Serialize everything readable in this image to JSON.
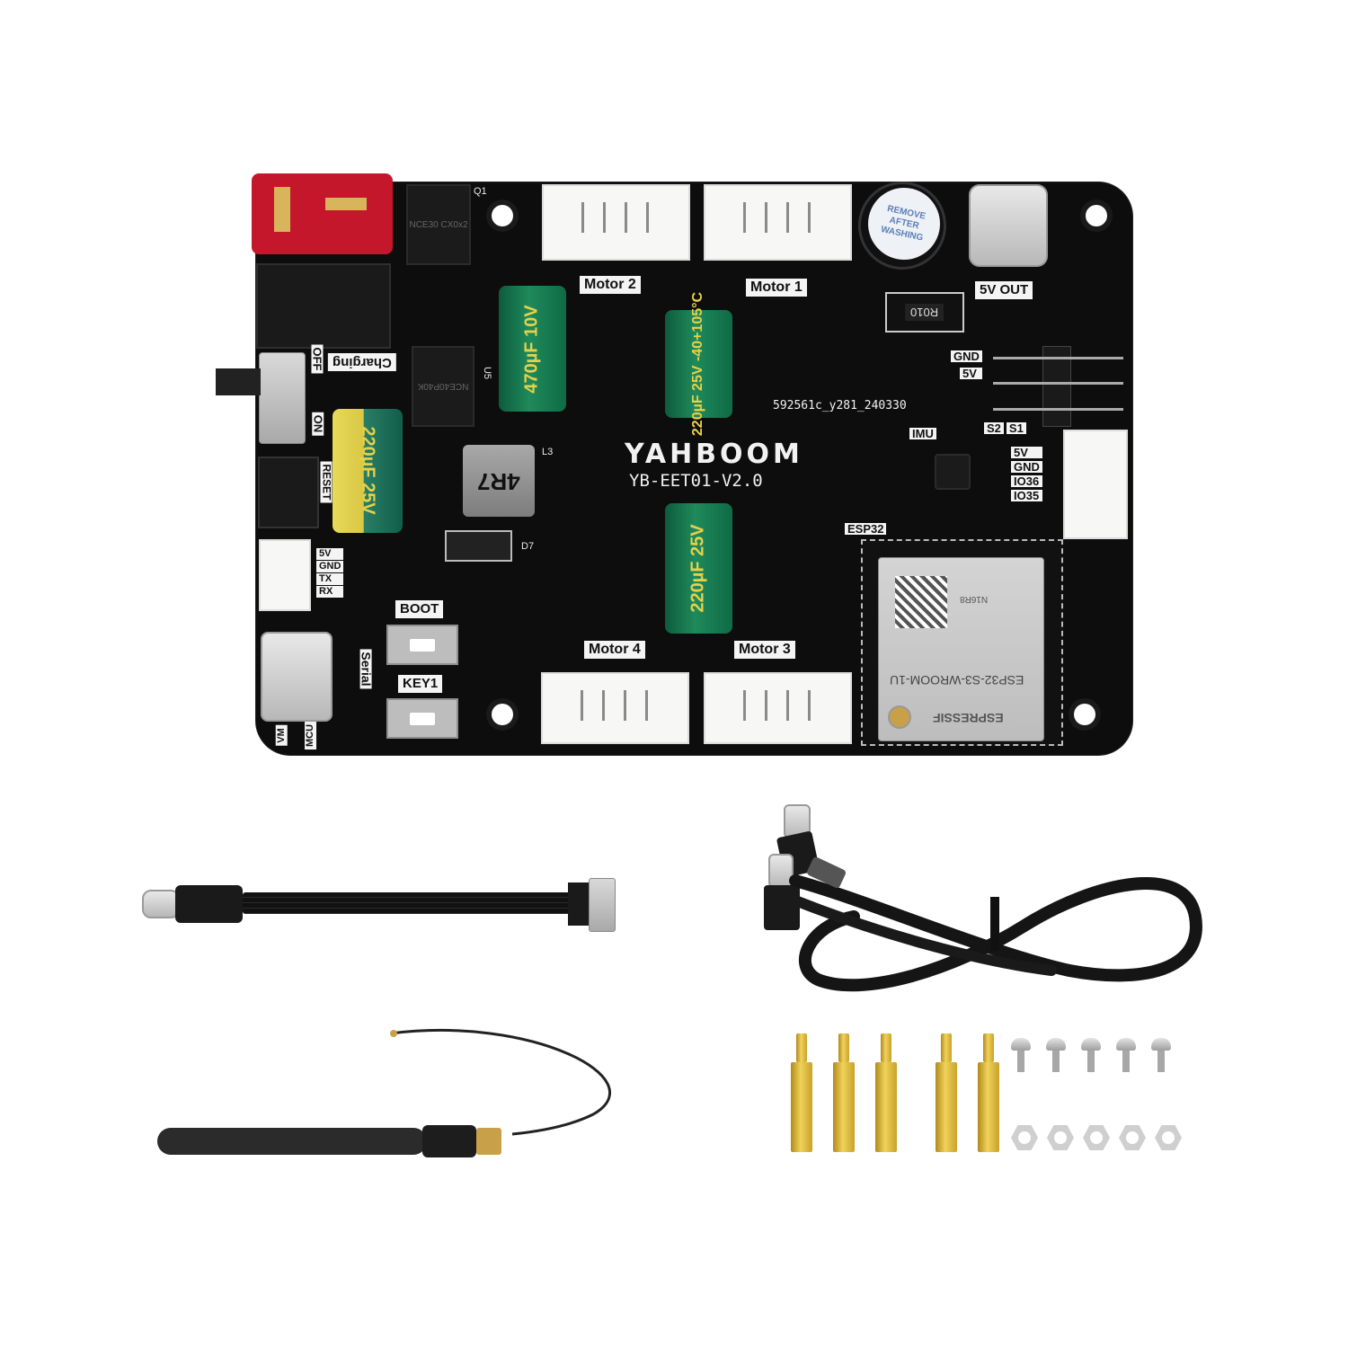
{
  "scene": {
    "description": "Product photo of Yahboom ESP32-S3 motor driver board kit with accessories on white background",
    "background_color": "#ffffff"
  },
  "board": {
    "brand_logo": "YAHBOOM",
    "model": "YB-EET01-V2.0",
    "serial_code": "592561c_y281_240330",
    "pcb_color": "#0d0d0d",
    "labels": {
      "motor_2": "Motor 2",
      "motor_1": "Motor 1",
      "motor_3": "Motor 3",
      "motor_4": "Motor 4",
      "five_v_out": "5V OUT",
      "charging": "Charging",
      "off": "OFF",
      "on": "ON",
      "reset": "RESET",
      "boot": "BOOT",
      "key1": "KEY1",
      "serial": "Serial",
      "esp32": "ESP32",
      "imu": "IMU",
      "q1": "Q1",
      "u5": "U5",
      "l3": "L3",
      "d7": "D7",
      "vm": "VM",
      "mcu": "MCU",
      "r010": "R010",
      "inductor": "4R7",
      "mosfet_q1": "NCE30 CX0x2",
      "mosfet_u5": "NCE40P40K"
    },
    "servo_header": {
      "labels": [
        "GND",
        "5V",
        "S2",
        "S1"
      ]
    },
    "io_header": {
      "labels": [
        "5V",
        "GND",
        "IO36",
        "IO35"
      ]
    },
    "uart_header": {
      "labels": [
        "5V",
        "GND",
        "TX",
        "RX"
      ]
    },
    "buzzer_sticker": [
      "REMOVE",
      "AFTER",
      "WASHING"
    ],
    "capacitors": [
      {
        "label": "470µF 10V"
      },
      {
        "label": "220µF 25V -40+105°C"
      },
      {
        "label": "220µF 25V"
      },
      {
        "label": "220µF 25V"
      }
    ],
    "module": {
      "name": "ESP32-S3-WROOM-1U",
      "manufacturer": "ESPRESSIF",
      "variant": "N16R8"
    }
  },
  "accessories": [
    {
      "name": "USB-C to USB-A short flat cable"
    },
    {
      "name": "Braided dual USB-C cable (right-angle)"
    },
    {
      "name": "WiFi antenna with IPEX pigtail"
    },
    {
      "name": "Brass standoffs",
      "count": 5
    },
    {
      "name": "Screws",
      "count": 5
    },
    {
      "name": "Hex nuts",
      "count": 5
    }
  ]
}
